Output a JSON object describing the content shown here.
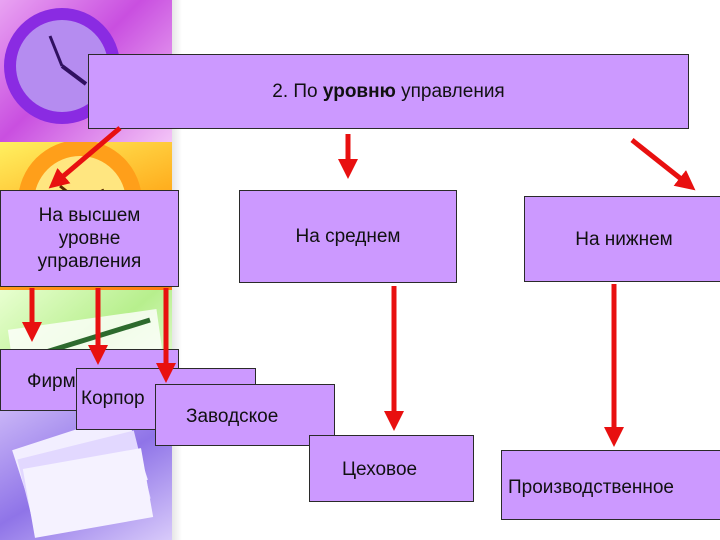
{
  "root": {
    "prefix": "2. По ",
    "bold": "уровню",
    "suffix": " управления"
  },
  "levels": {
    "high": "На высшем уровне управления",
    "middle": "На среднем",
    "low": "На нижнем"
  },
  "units": {
    "firm": "Фирм",
    "corp": "Корпор",
    "plant": "Заводское",
    "shop": "Цеховое",
    "production": "Производственное"
  },
  "colors": {
    "box_fill": "#cc99ff",
    "arrow": "#e81010"
  }
}
